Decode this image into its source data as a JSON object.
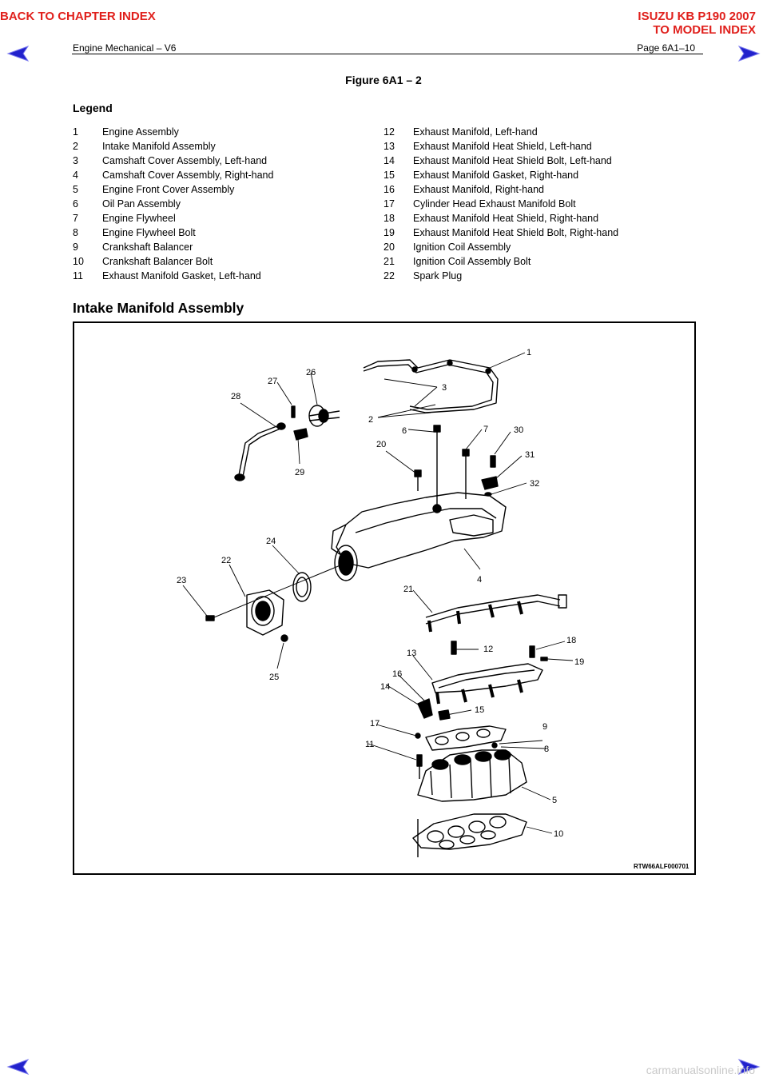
{
  "nav": {
    "back_to_chapter": "BACK TO CHAPTER INDEX",
    "model_title": "ISUZU KB P190 2007",
    "to_model_index": "TO MODEL INDEX",
    "accent_color": "#e0201c",
    "arrow_color": "#2222cc"
  },
  "header": {
    "section": "Engine Mechanical – V6",
    "page": "Page 6A1–10"
  },
  "figure_title": "Figure 6A1 – 2",
  "legend": {
    "heading": "Legend",
    "left": [
      {
        "num": "1",
        "text": "Engine Assembly"
      },
      {
        "num": "2",
        "text": "Intake Manifold Assembly"
      },
      {
        "num": "3",
        "text": "Camshaft Cover Assembly, Left-hand"
      },
      {
        "num": "4",
        "text": "Camshaft Cover Assembly, Right-hand"
      },
      {
        "num": "5",
        "text": "Engine Front Cover Assembly"
      },
      {
        "num": "6",
        "text": "Oil Pan Assembly"
      },
      {
        "num": "7",
        "text": "Engine Flywheel"
      },
      {
        "num": "8",
        "text": "Engine Flywheel Bolt"
      },
      {
        "num": "9",
        "text": "Crankshaft Balancer"
      },
      {
        "num": "10",
        "text": "Crankshaft Balancer Bolt"
      },
      {
        "num": "11",
        "text": "Exhaust Manifold Gasket, Left-hand"
      }
    ],
    "right": [
      {
        "num": "12",
        "text": "Exhaust Manifold, Left-hand"
      },
      {
        "num": "13",
        "text": "Exhaust Manifold Heat Shield, Left-hand"
      },
      {
        "num": "14",
        "text": "Exhaust Manifold Heat Shield Bolt, Left-hand"
      },
      {
        "num": "15",
        "text": "Exhaust Manifold Gasket, Right-hand"
      },
      {
        "num": "16",
        "text": "Exhaust Manifold, Right-hand"
      },
      {
        "num": "17",
        "text": "Cylinder Head Exhaust Manifold Bolt"
      },
      {
        "num": "18",
        "text": "Exhaust Manifold Heat Shield, Right-hand"
      },
      {
        "num": "19",
        "text": "Exhaust Manifold Heat Shield Bolt, Right-hand"
      },
      {
        "num": "20",
        "text": "Ignition Coil Assembly"
      },
      {
        "num": "21",
        "text": "Ignition Coil Assembly Bolt"
      },
      {
        "num": "22",
        "text": "Spark Plug"
      }
    ]
  },
  "section_heading": "Intake Manifold Assembly",
  "diagram": {
    "ref_code": "RTW66ALF000701",
    "callouts": {
      "n1": "1",
      "n2": "2",
      "n3": "3",
      "n4": "4",
      "n5": "5",
      "n6": "6",
      "n7": "7",
      "n8": "8",
      "n9": "9",
      "n10": "10",
      "n11": "11",
      "n12": "12",
      "n13": "13",
      "n14": "14",
      "n15": "15",
      "n16": "16",
      "n17": "17",
      "n18": "18",
      "n19": "19",
      "n20": "20",
      "n21": "21",
      "n22": "22",
      "n23": "23",
      "n24": "24",
      "n25": "25",
      "n26": "26",
      "n27": "27",
      "n28": "28",
      "n29": "29",
      "n30": "30",
      "n31": "31",
      "n32": "32"
    }
  },
  "footer": {
    "watermark": "carmanualsonline.info"
  }
}
